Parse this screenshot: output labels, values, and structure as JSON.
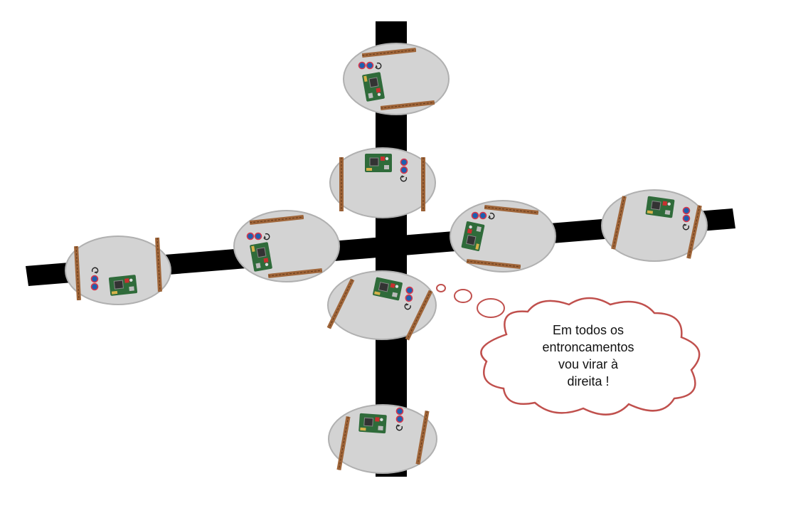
{
  "thought_bubble": {
    "lines": [
      "Em todos os",
      "entroncamentos",
      "vou virar à",
      "direita !"
    ]
  },
  "colors": {
    "track": "#000000",
    "robot_body": "#d3d3d3",
    "robot_outline": "#b0b0b0",
    "plank": "#a0663a",
    "plank_stripe": "#6b3d1c",
    "board": "#2f6b3a",
    "wheel_red": "#d9364a",
    "wheel_blue": "#1d5fb0",
    "bubble_outline": "#c0504d"
  },
  "icons": {
    "robot": "robot-icon",
    "circuit_board": "circuit-board-icon",
    "rotate": "rotate-arrow-icon",
    "thought_bubble": "thought-cloud-icon"
  }
}
